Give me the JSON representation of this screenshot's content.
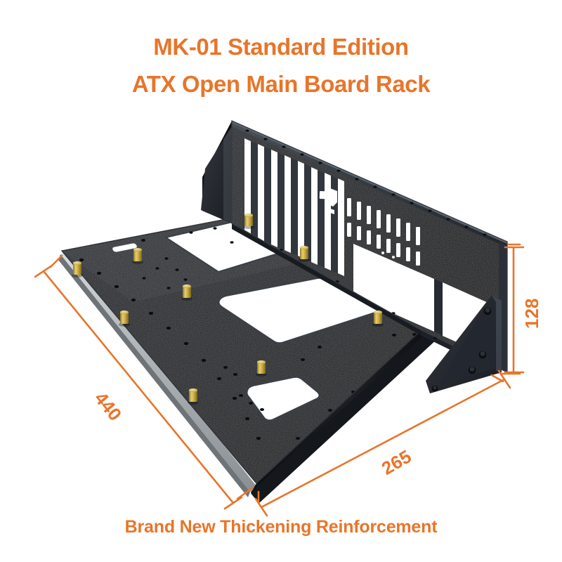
{
  "product": {
    "title_line1": "MK-01 Standard Edition",
    "title_line2": "ATX Open Main Board Rack",
    "footer": "Brand New Thickening Reinforcement"
  },
  "dimensions": {
    "length_label": "440",
    "depth_label": "265",
    "height_label": "128",
    "unit": "mm"
  },
  "colors": {
    "accent_orange": "#E8752A",
    "chassis_black": "#1d2025",
    "chassis_black_light": "#2e333a",
    "chassis_edge": "#43484f",
    "brass_standoff": "#cdae4a",
    "aluminium_rail": "#b9bdc0",
    "background": "#ffffff"
  },
  "parts": {
    "base_tray": "base-tray",
    "back_panel": "back-io-panel",
    "left_gusset": "left-support-bracket",
    "right_gusset": "right-support-bracket",
    "standoff_count": 9,
    "expansion_slot_count": 8,
    "io_cutout": "motherboard-io-shield-opening"
  },
  "icons": {
    "arrow": "dimension-arrow-icon"
  }
}
